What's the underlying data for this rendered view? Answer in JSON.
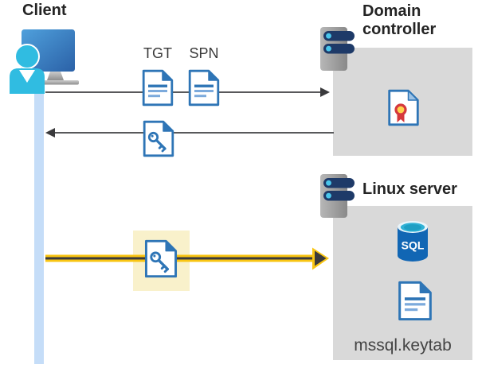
{
  "labels": {
    "client": "Client",
    "domain_controller": "Domain controller",
    "linux_server": "Linux server",
    "tgt": "TGT",
    "spn": "SPN",
    "sql": "SQL",
    "keytab_file": "mssql.keytab"
  },
  "icons": {
    "client": "client-workstation-icon",
    "server": "server-tower-icon",
    "ticket_document": "document-icon",
    "key_file": "key-file-icon",
    "certificate": "certificate-icon",
    "sql_database": "sql-database-icon"
  },
  "flows": [
    {
      "from": "client",
      "to": "domain-controller",
      "items": [
        "TGT",
        "SPN"
      ],
      "style": "gray-arrow-right"
    },
    {
      "from": "domain-controller",
      "to": "client",
      "items": [
        "key-file"
      ],
      "style": "gray-arrow-left"
    },
    {
      "from": "client",
      "to": "linux-server",
      "items": [
        "key-file"
      ],
      "style": "yellow-highlight-arrow-right"
    }
  ],
  "colors": {
    "doc_blue": "#2e75b6",
    "doc_blue_light": "#7caadc",
    "lifeline_blue": "#c5ddf8",
    "box_gray": "#d9d9d9",
    "arrow_gray": "#58595b",
    "arrow_dark": "#3a3a3c",
    "flow_yellow": "#f9c513",
    "highlight_cream": "#f9f1cb",
    "person_cyan": "#30bce1",
    "server_pill_navy": "#1e3a68",
    "sql_blue": "#1166b4",
    "cert_red": "#d5383c",
    "cert_gold": "#ffd34d"
  }
}
